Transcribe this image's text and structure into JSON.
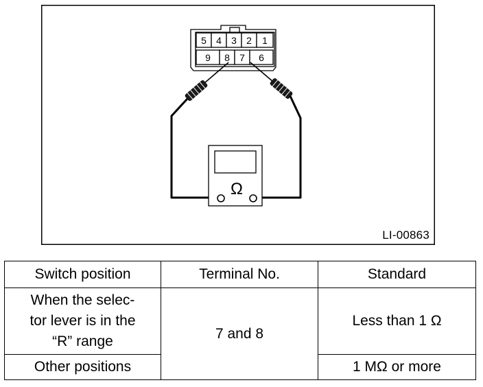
{
  "figure": {
    "code": "LI-00863",
    "connector": {
      "top_row": [
        "5",
        "4",
        "3",
        "2",
        "1"
      ],
      "bottom_row": [
        "9",
        "8",
        "7",
        "6"
      ]
    },
    "meter_symbol": "Ω"
  },
  "table": {
    "headers": [
      "Switch position",
      "Terminal No.",
      "Standard"
    ],
    "rows": [
      {
        "position_lines": [
          "When the selec-",
          "tor lever is in the",
          "“R” range"
        ],
        "terminal": "7 and 8",
        "standard": "Less than 1 Ω"
      },
      {
        "position": "Other positions",
        "standard": "1 MΩ or more"
      }
    ]
  }
}
